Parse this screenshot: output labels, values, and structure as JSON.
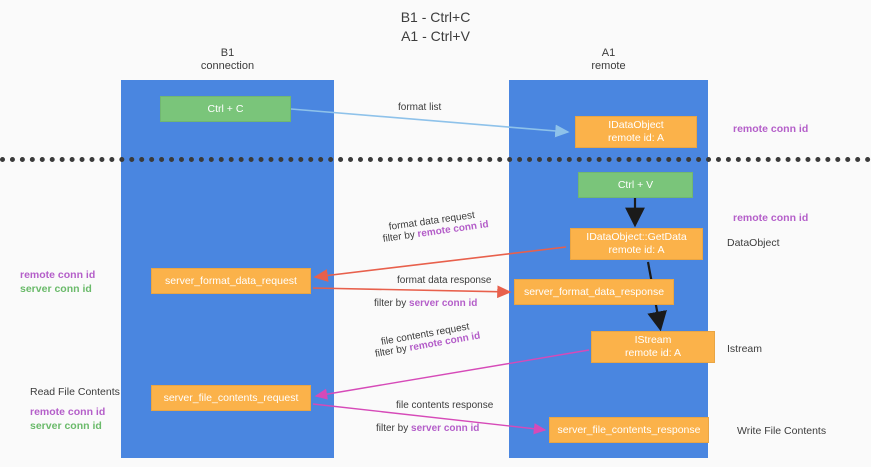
{
  "title": {
    "line1": "B1 - Ctrl+C",
    "line2": "A1 - Ctrl+V"
  },
  "columns": [
    {
      "name": "B1",
      "sub": "connection"
    },
    {
      "name": "A1",
      "sub": "remote"
    }
  ],
  "nodes": {
    "ctrl_c": {
      "label": "Ctrl + C",
      "color": "#7ac57a"
    },
    "idataobject": {
      "label": "IDataObject",
      "sub": "remote id: A",
      "color": "#fbb24a"
    },
    "ctrl_v": {
      "label": "Ctrl + V",
      "color": "#7ac57a"
    },
    "getdata": {
      "label": "IDataObject::GetData",
      "sub": "remote id: A",
      "color": "#fbb24a"
    },
    "server_format_data_request": {
      "label": "server_format_data_request",
      "color": "#fbb24a"
    },
    "server_format_data_response": {
      "label": "server_format_data_response",
      "color": "#fbb24a"
    },
    "istream": {
      "label": "IStream",
      "sub": "remote id: A",
      "color": "#fbb24a"
    },
    "server_file_contents_request": {
      "label": "server_file_contents_request",
      "color": "#fbb24a"
    },
    "server_file_contents_response": {
      "label": "server_file_contents_response",
      "color": "#fbb24a"
    }
  },
  "right_notes": {
    "remote_conn_id_top": "remote conn id",
    "remote_conn_id_mid": "remote conn id",
    "dataobject": "DataObject",
    "istream": "Istream",
    "write_file_contents": "Write File Contents"
  },
  "left_notes": {
    "remote_conn_id": "remote conn id",
    "server_conn_id": "server conn id",
    "read_file_contents": "Read File Contents",
    "remote_conn_id_2": "remote conn id",
    "server_conn_id_2": "server conn id"
  },
  "edges": {
    "format_list": "format list",
    "format_data_request": "format data request",
    "format_data_request_filter_prefix": "filter by ",
    "format_data_request_filter_key": "remote conn id",
    "format_data_response": "format data response",
    "format_data_response_filter_prefix": "filter by ",
    "format_data_response_filter_key": "server conn id",
    "file_contents_request": "file contents request",
    "file_contents_request_filter_prefix": "filter by ",
    "file_contents_request_filter_key": "remote conn id",
    "file_contents_response": "file contents response",
    "file_contents_response_filter_prefix": "filter by ",
    "file_contents_response_filter_key": "server conn id"
  },
  "colors": {
    "lane": "#4a86e0",
    "green_node": "#7ac57a",
    "orange_node": "#fbb24a",
    "purple_text": "#b45ec9",
    "green_text": "#6aba6a",
    "blue_arrow": "#8ec2ea",
    "red_arrow": "#e8604c",
    "magenta_arrow": "#d64ab8",
    "black_arrow": "#1a1a1a",
    "divider": "#3a3a3a",
    "background": "#fafafa"
  }
}
